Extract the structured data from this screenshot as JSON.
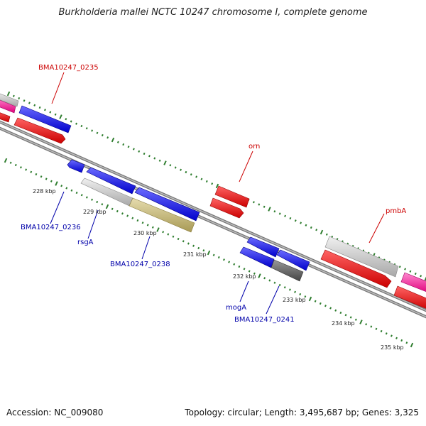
{
  "header": {
    "title": "Burkholderia mallei NCTC 10247 chromosome I, complete genome"
  },
  "footer": {
    "accession": "Accession: NC_009080",
    "topology": "Topology: circular; Length: 3,495,687 bp; Genes: 3,325"
  },
  "ticks": [
    "228 kbp",
    "229 kbp",
    "230 kbp",
    "231 kbp",
    "232 kbp",
    "233 kbp",
    "234 kbp",
    "235 kbp"
  ],
  "gene_labels": {
    "forward": [
      "BMA10247_0235",
      "orn",
      "pmbA"
    ],
    "reverse": [
      "BMA10247_0236",
      "rsgA",
      "BMA10247_0238",
      "mogA",
      "BMA10247_0241"
    ]
  },
  "colors": {
    "forward_label": "#cc0000",
    "reverse_label": "#0000aa",
    "backbone": "#888888",
    "tick_mark": "#2e7d2e",
    "feature_red": "#ee1111",
    "feature_blue": "#1111ee",
    "feature_grey": "#c8c8c8",
    "feature_olive": "#c8bd80",
    "feature_dark": "#666666",
    "feature_pink": "#ff22aa"
  }
}
